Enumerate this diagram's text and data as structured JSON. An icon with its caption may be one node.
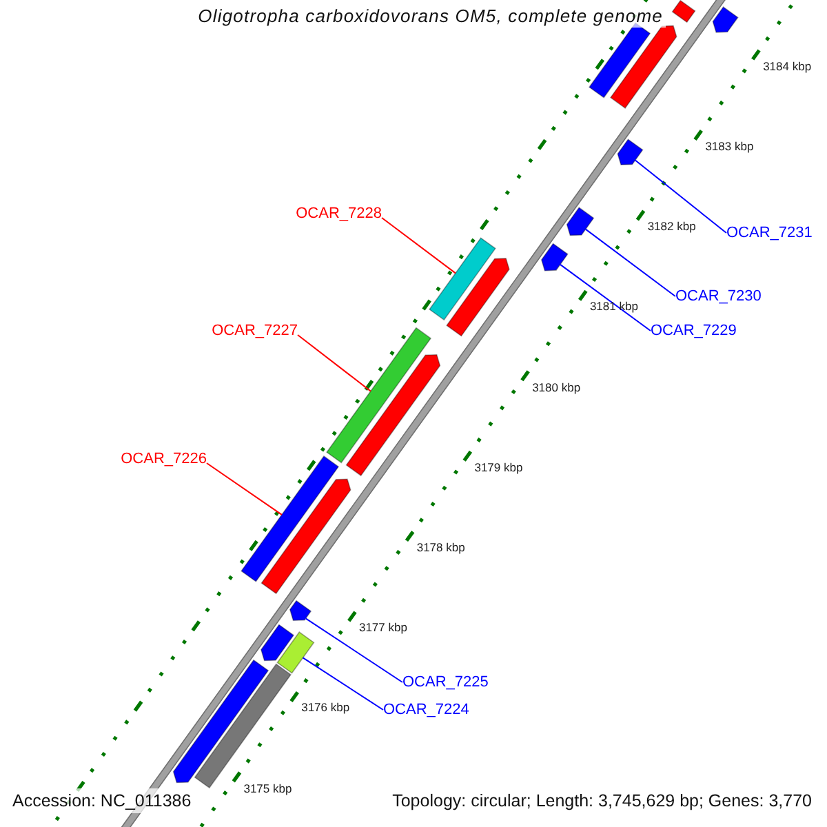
{
  "diagram": {
    "title": "Oligotropha carboxidovorans OM5, complete genome",
    "nodes": [
      {
        "text": [
          "OCAR_7228"
        ]
      },
      {
        "text": [
          "OCAR_7231"
        ]
      },
      {
        "text": [
          "OCAR_7230"
        ]
      },
      {
        "text": [
          "OCAR_7229"
        ]
      },
      {
        "text": [
          "OCAR_7227"
        ]
      },
      {
        "text": [
          "OCAR_7226"
        ]
      },
      {
        "text": [
          "OCAR_7225"
        ]
      },
      {
        "text": [
          "OCAR_7224"
        ]
      },
      {
        "text": [],
        "shape": "bar"
      },
      {
        "text": [],
        "shape": "bar"
      },
      {
        "text": [],
        "shape": "bar"
      },
      {
        "text": [],
        "shape": "bar"
      },
      {
        "text": [],
        "shape": "bar"
      },
      {
        "text": [],
        "shape": "bar"
      },
      {
        "text": [],
        "shape": "bar"
      },
      {
        "text": [],
        "shape": "bar"
      },
      {
        "text": [],
        "shape": "bar"
      },
      {
        "text": [],
        "shape": "bar"
      },
      {
        "text": [],
        "shape": "bar"
      },
      {
        "text": [],
        "shape": "bar"
      },
      {
        "text": [],
        "shape": "bar"
      },
      {
        "text": [],
        "shape": "bar"
      },
      {
        "text": [],
        "shape": "bar"
      },
      {
        "text": [],
        "shape": "bar"
      },
      {
        "text": [],
        "shape": "bar"
      },
      {
        "text": [],
        "shape": "bar"
      }
    ],
    "edges": [
      {
        "from": 0,
        "to": 11,
        "arrow": "none",
        "color": "#ff0000"
      },
      {
        "from": 1,
        "to": 8,
        "arrow": "none"
      },
      {
        "from": 2,
        "to": 9,
        "arrow": "none"
      },
      {
        "from": 3,
        "to": 10,
        "arrow": "none"
      },
      {
        "from": 4,
        "to": 12,
        "arrow": "none",
        "color": "#ff0000"
      },
      {
        "from": 5,
        "to": 13,
        "arrow": "none",
        "color": "#ff0000"
      },
      {
        "from": 6,
        "to": 14,
        "arrow": "none"
      },
      {
        "from": 7,
        "to": 15,
        "arrow": "none"
      }
    ],
    "labels": [
      "3184 kbp",
      "3183 kbp",
      "3182 kbp",
      "3181 kbp",
      "3180 kbp",
      "3179 kbp",
      "3178 kbp",
      "3177 kbp",
      "3176 kbp",
      "3175 kbp",
      "Accession: NC_011386",
      "Topology: circular; Length: 3,745,629 bp; Genes: 3,770"
    ]
  }
}
